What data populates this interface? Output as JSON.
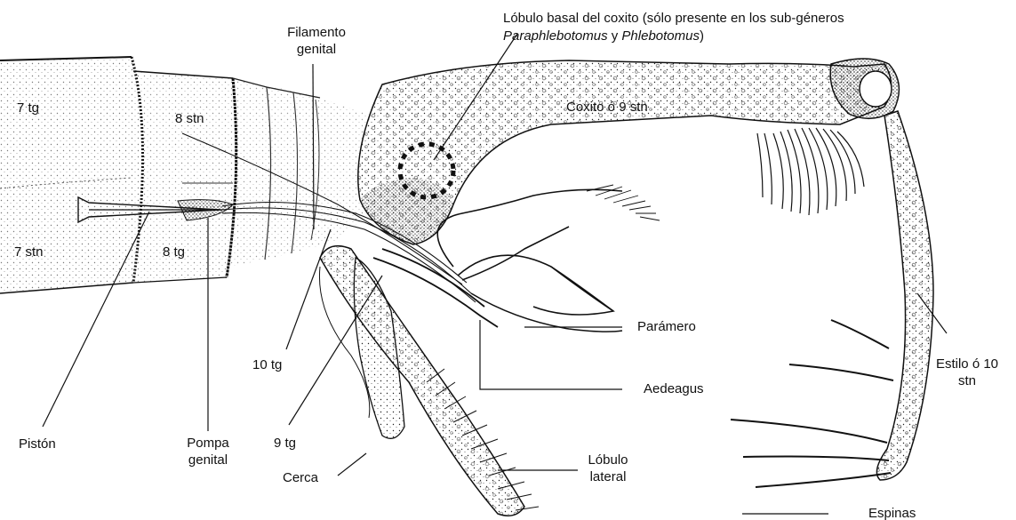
{
  "colors": {
    "ink": "#111111",
    "paper": "#ffffff"
  },
  "labels": {
    "lobulo_basal_line1": "Lóbulo basal del coxito (sólo presente en los sub-géneros",
    "lobulo_basal_line2a": "Paraphlebotomus",
    "lobulo_basal_line2b": " y ",
    "lobulo_basal_line2c": "Phlebotomus",
    "lobulo_basal_line2d": ")",
    "filamento_genital_1": "Filamento",
    "filamento_genital_2": "genital",
    "tg7": "7 tg",
    "stn8": "8 stn",
    "coxito": "Coxito ó 9 stn",
    "stn7": "7 stn",
    "tg8": "8 tg",
    "paramero": "Parámero",
    "tg10": "10 tg",
    "aedeagus": "Aedeagus",
    "estilo_1": "Estilo ó 10",
    "estilo_2": "stn",
    "piston": "Pistón",
    "pompa_1": "Pompa",
    "pompa_2": "genital",
    "tg9": "9 tg",
    "lobulo_lateral_1": "Lóbulo",
    "lobulo_lateral_2": "lateral",
    "cerca": "Cerca",
    "espinas": "Espinas"
  }
}
